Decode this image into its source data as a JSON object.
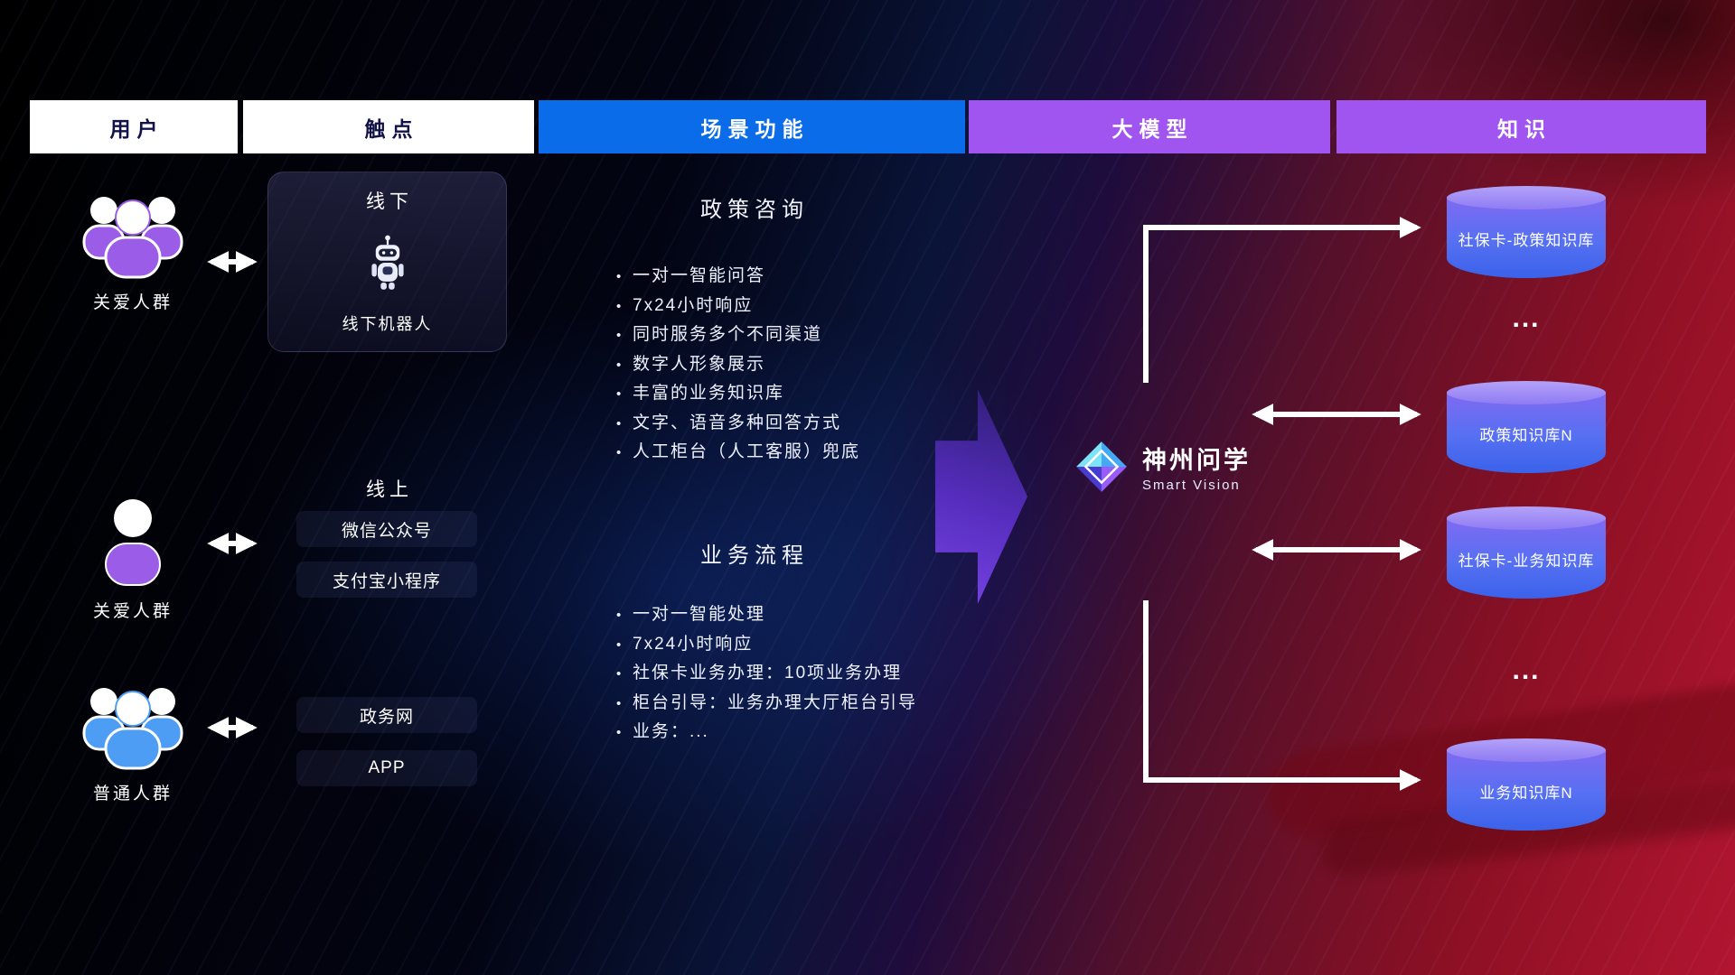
{
  "header": {
    "users": "用户",
    "touchpoints": "触点",
    "scenario": "场景功能",
    "model": "大模型",
    "knowledge": "知识"
  },
  "users": {
    "items": [
      {
        "label": "关爱人群"
      },
      {
        "label": "关爱人群"
      },
      {
        "label": "普通人群"
      }
    ]
  },
  "touchpoints": {
    "offline_title": "线下",
    "offline_robot": "线下机器人",
    "online_title": "线上",
    "items": [
      "微信公众号",
      "支付宝小程序",
      "政务网",
      "APP"
    ]
  },
  "scenario": {
    "policy": {
      "title": "政策咨询",
      "items": [
        "一对一智能问答",
        "7x24小时响应",
        "同时服务多个不同渠道",
        "数字人形象展示",
        "丰富的业务知识库",
        "文字、语音多种回答方式",
        "人工柜台（人工客服）兜底"
      ]
    },
    "business": {
      "title": "业务流程",
      "items": [
        "一对一智能处理",
        "7x24小时响应",
        "社保卡业务办理：10项业务办理",
        "柜台引导：业务办理大厅柜台引导",
        "业务：..."
      ]
    }
  },
  "model": {
    "name": "神州问学",
    "subtitle": "Smart Vision"
  },
  "knowledge": {
    "cylinders": [
      {
        "label": "社保卡-政策知识库"
      },
      {
        "label": "政策知识库N"
      },
      {
        "label": "社保卡-业务知识库"
      },
      {
        "label": "业务知识库N"
      }
    ],
    "dots": "..."
  },
  "colors": {
    "header_blue": "#0a6ce8",
    "header_purple": "#a055f0",
    "people_purple": "#9b5ce8",
    "people_blue": "#4d9df5",
    "cylinder_top": "#a08cf6",
    "arrow_white": "#ffffff"
  }
}
